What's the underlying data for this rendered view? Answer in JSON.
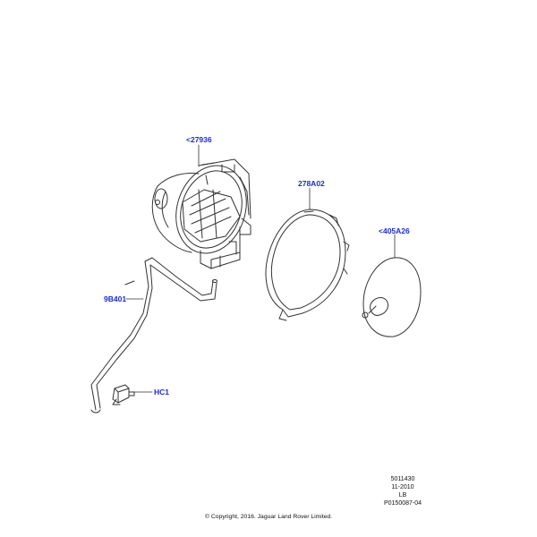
{
  "parts": [
    {
      "id": "part-27936",
      "label": "<27936"
    },
    {
      "id": "part-278a02",
      "label": "278A02"
    },
    {
      "id": "part-405a26",
      "label": "<405A26"
    },
    {
      "id": "part-9b401",
      "label": "9B401"
    },
    {
      "id": "part-hc1",
      "label": "HC1"
    }
  ],
  "reference": {
    "number": "5011430",
    "date": "11-2010",
    "side": "LB",
    "illustration": "P0150087-04"
  },
  "copyright": "© Copyright, 2016. Jaguar Land Rover Limited.",
  "colors": {
    "callout": "#1a2bd6",
    "linework": "#333333"
  }
}
